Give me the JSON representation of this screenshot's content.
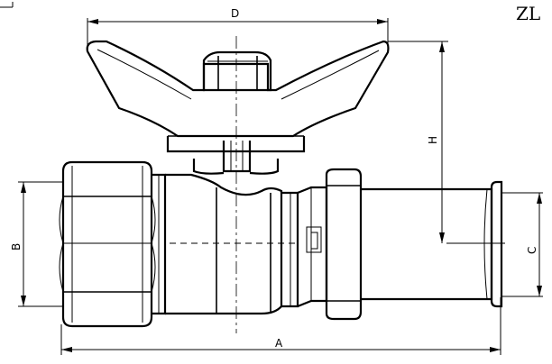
{
  "model_code": "ZL",
  "dimensions": {
    "A": "A",
    "B": "B",
    "C": "C",
    "D": "D",
    "H": "H"
  }
}
